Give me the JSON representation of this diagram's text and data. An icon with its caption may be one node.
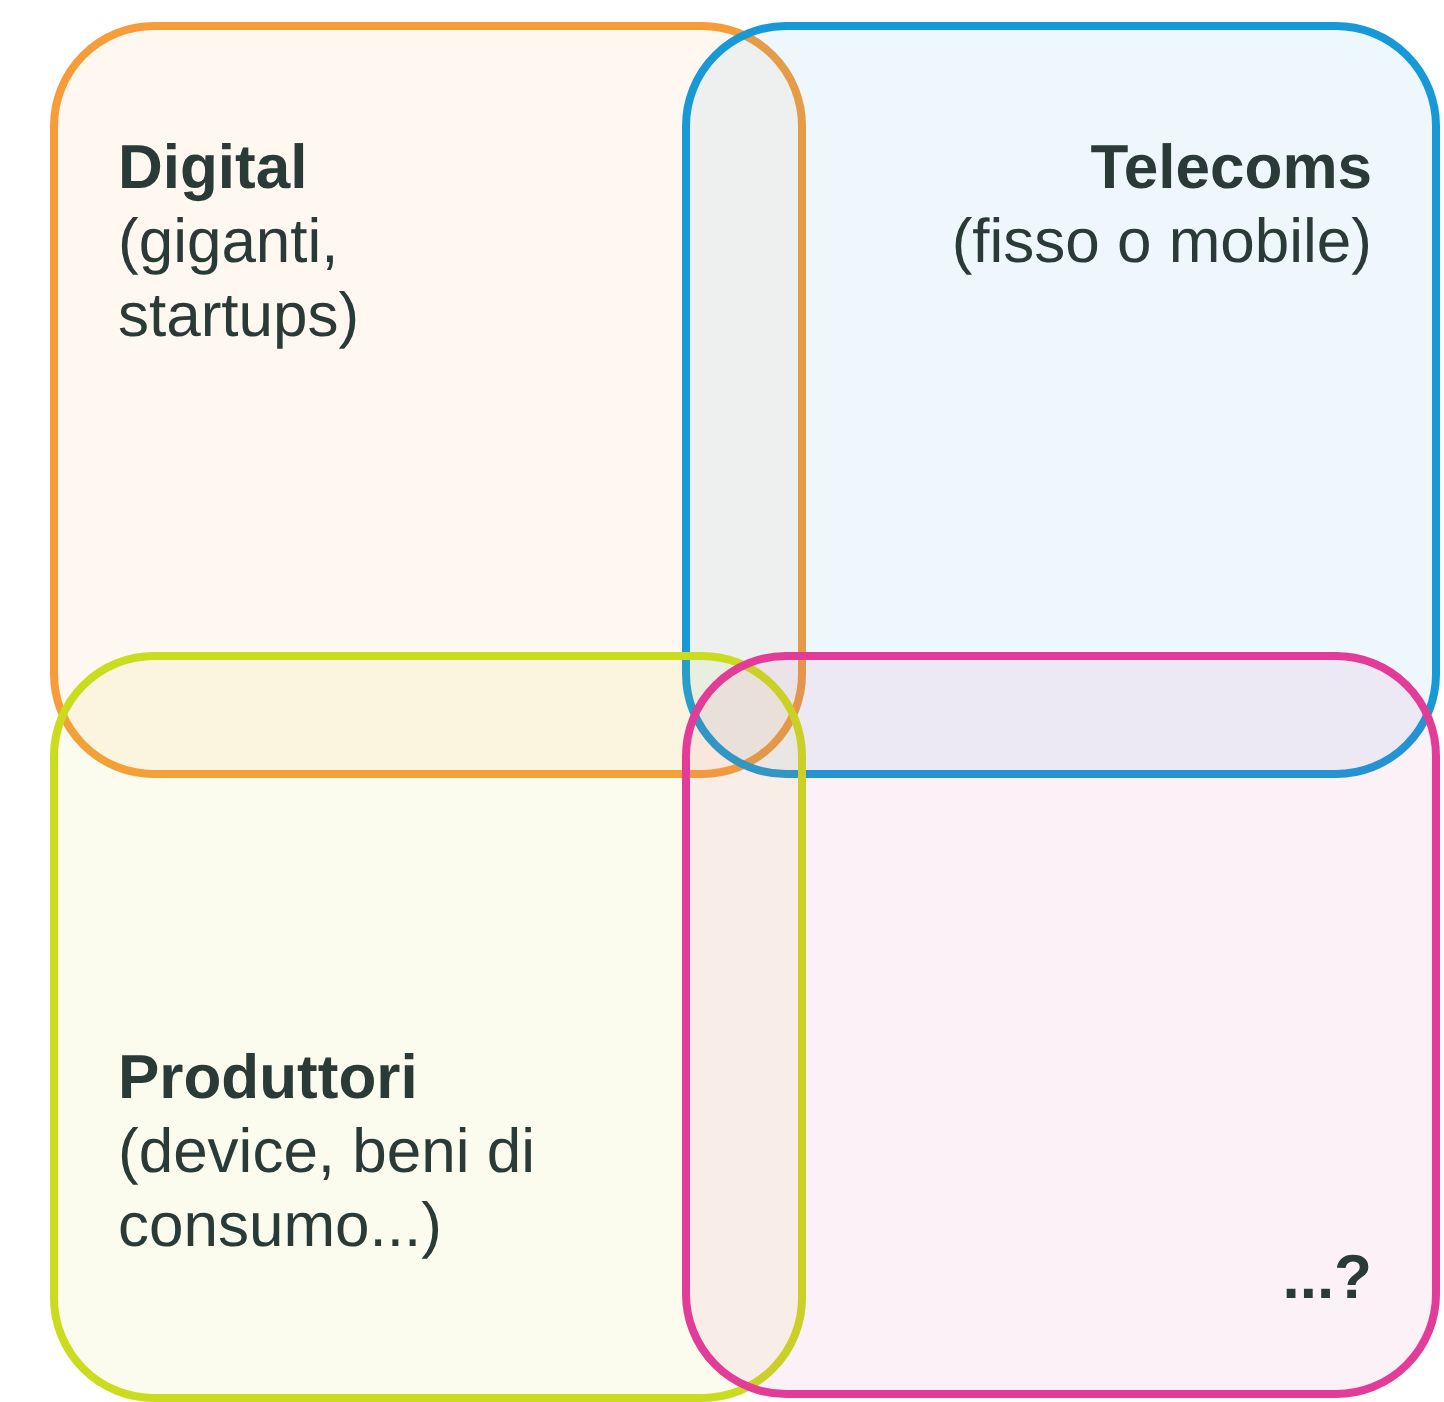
{
  "diagram": {
    "nodes": [
      {
        "text": [
          "Digital",
          "(giganti, startups)"
        ]
      },
      {
        "text": [
          "Telecoms",
          "(fisso o mobile)"
        ]
      },
      {
        "text": [
          "Produttori",
          "(device, beni di consumo...)"
        ]
      },
      {
        "text": [
          "...?"
        ]
      }
    ]
  }
}
